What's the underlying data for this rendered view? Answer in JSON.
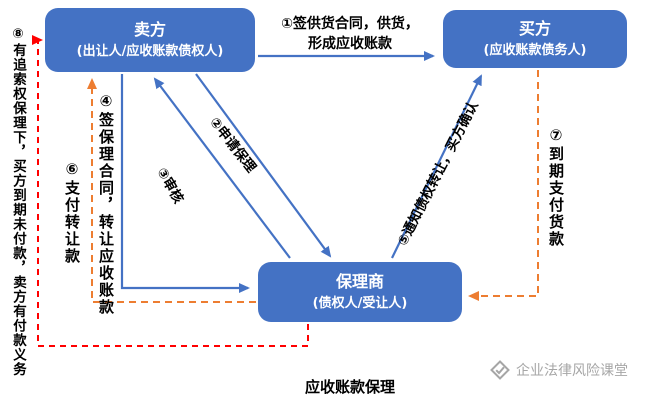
{
  "title": "应收账款保理",
  "nodes": {
    "seller": {
      "line1": "卖方",
      "line2": "(出让人/应收账款债权人)"
    },
    "buyer": {
      "line1": "买方",
      "line2": "(应收账款债务人)"
    },
    "factor": {
      "line1": "保理商",
      "line2": "(债权人/受让人)"
    }
  },
  "edges": {
    "e1_line1": "①签供货合同，供货，",
    "e1_line2": "形成应收账款",
    "e2": "②申请保理",
    "e3": "③审核",
    "e4": "④签保理合同，转让应收账款",
    "e5": "⑤通知债权转让，买方确认",
    "e6": "⑥支付转让款",
    "e7": "⑦到期支付货款",
    "e8": "⑧有追索权保理下，买方到期未付款，卖方有付款义务"
  },
  "watermark": "企业法律风险课堂",
  "colors": {
    "node_fill": "#4472C4",
    "node_text": "#FFFFFF",
    "arrow_blue": "#4472C4",
    "arrow_orange": "#ED7D31",
    "arrow_red": "#FF0000",
    "watermark_gray": "#A6A6A6"
  }
}
